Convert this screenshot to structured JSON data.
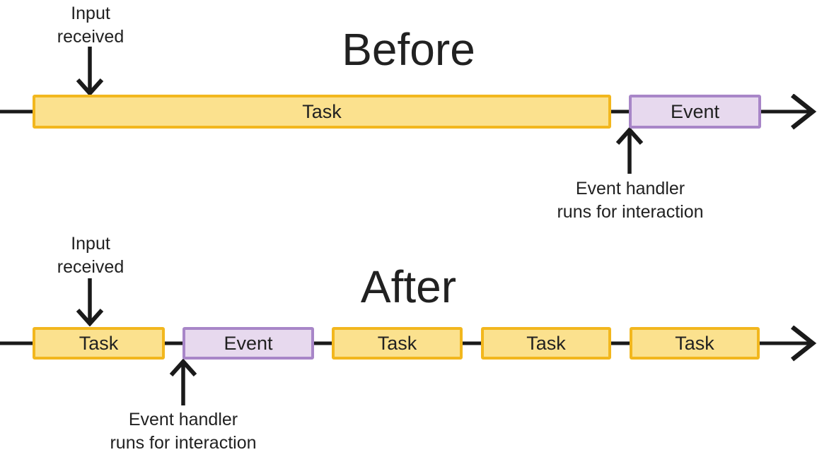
{
  "colors": {
    "task_fill": "#FBE18E",
    "task_border": "#F2B71E",
    "event_fill": "#E7D9EE",
    "event_border": "#A886C8",
    "line": "#1a1a1a",
    "text": "#212121"
  },
  "before": {
    "title": "Before",
    "input_label": {
      "line1": "Input",
      "line2": "received"
    },
    "handler_label": {
      "line1": "Event handler",
      "line2": "runs for interaction"
    },
    "bars": [
      {
        "type": "task",
        "label": "Task"
      },
      {
        "type": "event",
        "label": "Event"
      }
    ]
  },
  "after": {
    "title": "After",
    "input_label": {
      "line1": "Input",
      "line2": "received"
    },
    "handler_label": {
      "line1": "Event handler",
      "line2": "runs for interaction"
    },
    "bars": [
      {
        "type": "task",
        "label": "Task"
      },
      {
        "type": "event",
        "label": "Event"
      },
      {
        "type": "task",
        "label": "Task"
      },
      {
        "type": "task",
        "label": "Task"
      },
      {
        "type": "task",
        "label": "Task"
      }
    ]
  }
}
